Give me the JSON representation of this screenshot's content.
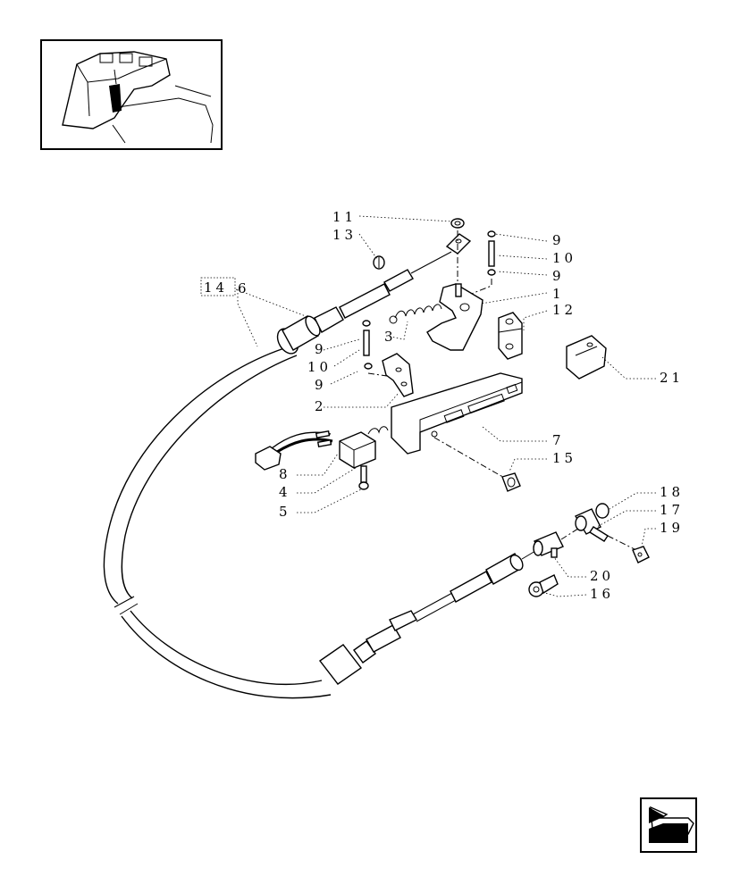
{
  "labels": {
    "p1": "1",
    "p2": "2",
    "p3": "3",
    "p4": "4",
    "p5": "5",
    "p6": "6",
    "p7": "7",
    "p8": "8",
    "p9a": "9",
    "p9b": "9",
    "p9c": "9",
    "p9d": "9",
    "p10a": "10",
    "p10b": "10",
    "p11": "11",
    "p12": "12",
    "p13": "13",
    "p14": "14",
    "p15": "15",
    "p16": "16",
    "p17": "17",
    "p18": "18",
    "p19": "19",
    "p20": "20",
    "p21": "21"
  },
  "icons": {
    "thumbnail": "tractor-cab-location-thumbnail",
    "nav": "back-arrow-icon"
  }
}
